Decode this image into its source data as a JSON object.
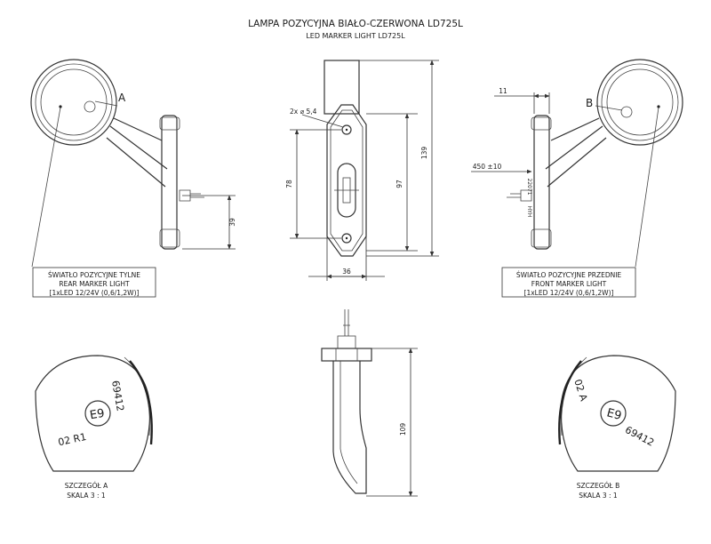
{
  "title": {
    "main": "LAMPA POZYCYJNA BIAŁO-CZERWONA LD725L",
    "sub": "LED MARKER LIGHT LD725L"
  },
  "left_view": {
    "detail_marker": "A",
    "dim_height": "39",
    "label": [
      "ŚWIATŁO POZYCYJNE TYLNE",
      "REAR MARKER LIGHT",
      "[1xLED 12/24V (0,6/1,2W)]"
    ]
  },
  "front_view": {
    "hole_callout": "2x ⌀ 5,4",
    "dim_78": "78",
    "dim_97": "97",
    "dim_139": "139",
    "dim_36": "36"
  },
  "side_view": {
    "dim_109": "109"
  },
  "right_view": {
    "detail_marker": "B",
    "dim_11": "11",
    "dim_cable": "450 ±10",
    "vertical_text_1": "22071",
    "vertical_text_2": "HYH",
    "label": [
      "ŚWIATŁO POZYCYJNE PRZEDNIE",
      "FRONT MARKER LIGHT",
      "[1xLED 12/24V (0,6/1,2W)]"
    ]
  },
  "detail_a": {
    "code": "02 R1",
    "approval_number": "69412",
    "emark": "E9",
    "caption": [
      "SZCZEGÓŁ A",
      "SKALA 3 : 1"
    ]
  },
  "detail_b": {
    "code": "02 A",
    "approval_number": "69412",
    "emark": "E9",
    "caption": [
      "SZCZEGÓŁ B",
      "SKALA 3 : 1"
    ]
  }
}
